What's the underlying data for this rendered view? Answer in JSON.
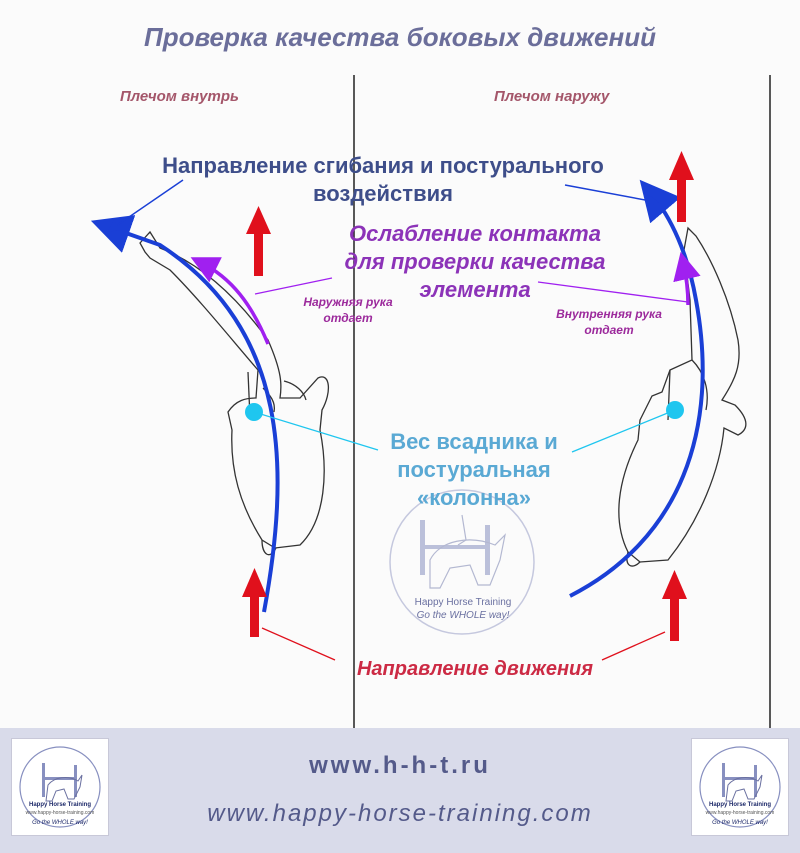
{
  "title": "Проверка качества боковых движений",
  "left_heading": "Плечом внутрь",
  "right_heading": "Плечом наружу",
  "bending_direction": [
    "Направление сгибания и постурального",
    "воздействия"
  ],
  "contact_release": [
    "Ослабление контакта",
    "для проверки качества",
    "элемента"
  ],
  "outer_hand": [
    "Наружняя рука",
    "отдает"
  ],
  "inner_hand": [
    "Внутренняя рука",
    "отдает"
  ],
  "rider_weight": [
    "Вес всадника и",
    "постуральная",
    "«колонна»"
  ],
  "movement_direction": "Направление движения",
  "watermark": {
    "name": "Happy Horse Training",
    "slogan": "Go the WHOLE way!"
  },
  "footer": {
    "url_short": "www.h-h-t.ru",
    "url_long": "www.happy-horse-training.com"
  },
  "logo_badge": {
    "name": "Happy Horse Training",
    "slogan": "Go the WHOLE way!",
    "site": "www.happy-horse-training.com"
  },
  "colors": {
    "title": "#6b6e9a",
    "blue_arrow": "#1a3fd6",
    "red_arrow": "#e0101c",
    "purple_arrow": "#a020f0",
    "cyan_dot": "#1fc6ef",
    "footer_bg": "#d9dbea"
  }
}
